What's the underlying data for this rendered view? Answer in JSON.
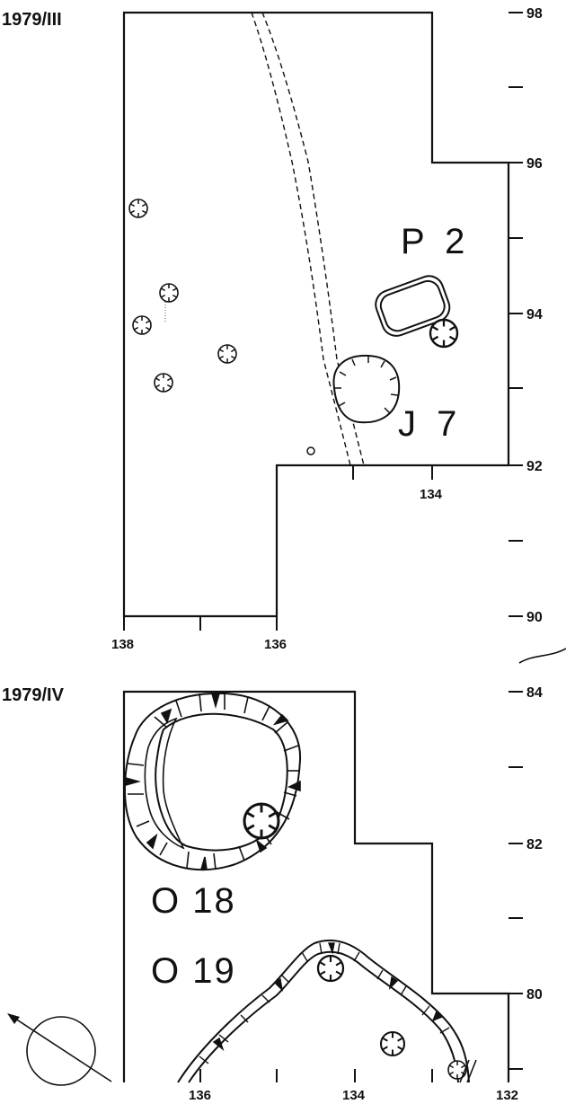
{
  "plan_top": {
    "title": "1979/III",
    "feature_labels": [
      "P 2",
      "J 7"
    ],
    "y_ticks": [
      "98",
      "96",
      "94",
      "92",
      "90"
    ],
    "x_ticks": [
      "138",
      "136",
      "134"
    ],
    "inline_x_tick": "134"
  },
  "plan_bottom": {
    "title": "1979/IV",
    "feature_labels": [
      "O 18",
      "O 19"
    ],
    "y_ticks": [
      "84",
      "82",
      "80"
    ],
    "x_ticks": [
      "136",
      "134",
      "132"
    ]
  },
  "north_symbol": {
    "icon": "north-arrow-icon"
  }
}
